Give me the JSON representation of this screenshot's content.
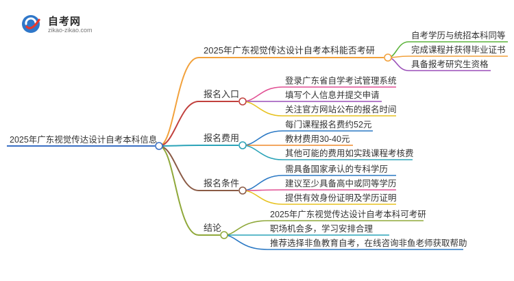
{
  "logo": {
    "title": "自考网",
    "url": "zikao-zikao.com"
  },
  "colors": {
    "root": "#3a6fc4",
    "b1": "#f2a13b",
    "b2": "#c1403d",
    "b3": "#2aa3b8",
    "b4": "#8a5a45",
    "b5": "#8fa83a",
    "green": "#5bb33a",
    "purple": "#9a4fb8",
    "yellow": "#e7c21f",
    "blue": "#2a78c4",
    "orange": "#ef8a2a",
    "pink": "#e14f93"
  },
  "mindmap": {
    "root": {
      "label": "2025年广东视觉传达设计自考本科信息"
    },
    "branches": [
      {
        "label": "2025年广东视觉传达设计自考本科能否考研",
        "leaves": [
          "自考学历与统招本科同等",
          "完成课程并获得毕业证书",
          "具备报考研究生资格"
        ]
      },
      {
        "label": "报名入口",
        "leaves": [
          "登录广东省自学考试管理系统",
          "填写个人信息并提交申请",
          "关注官方网站公布的报名时间"
        ]
      },
      {
        "label": "报名费用",
        "leaves": [
          "每门课程报名费约52元",
          "教材费用30-40元",
          "其他可能的费用如实践课程考核费"
        ]
      },
      {
        "label": "报名条件",
        "leaves": [
          "需具备国家承认的专科学历",
          "建议至少具备高中或同等学历",
          "提供有效身份证明及学历证明"
        ]
      },
      {
        "label": "结论",
        "leaves": [
          "2025年广东视觉传达设计自考本科可考研",
          "职场机会多，学习安排合理",
          "推荐选择非鱼教育自考，在线咨询非鱼老师获取帮助"
        ]
      }
    ]
  }
}
